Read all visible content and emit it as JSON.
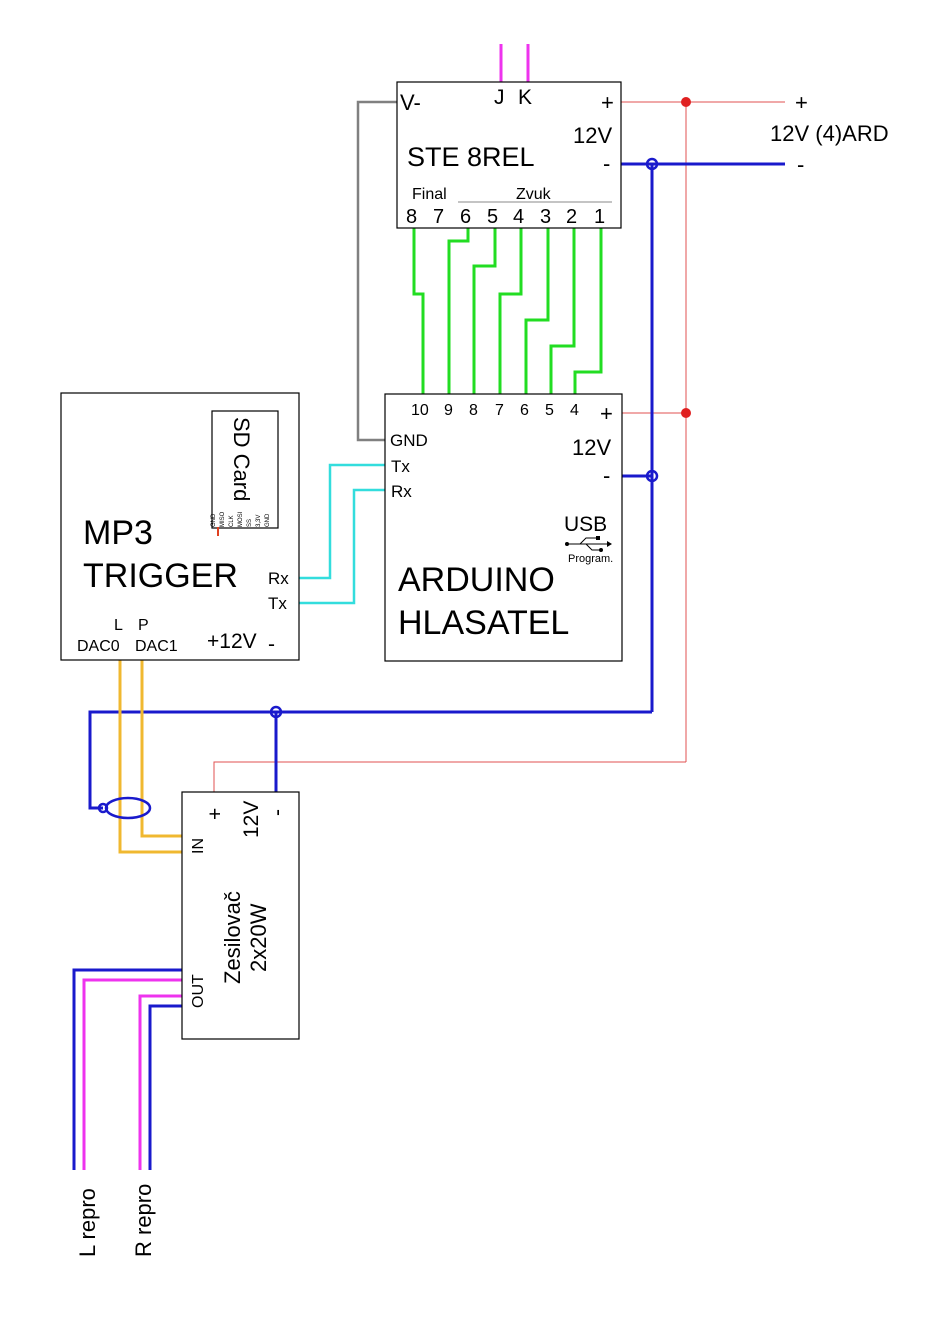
{
  "relay": {
    "v_minus": "V-",
    "j": "J",
    "k": "K",
    "plus": "+",
    "voltage": "12V",
    "minus": "-",
    "name": "STE 8REL",
    "final": "Final",
    "zvuk": "Zvuk",
    "pins": [
      "8",
      "7",
      "6",
      "5",
      "4",
      "3",
      "2",
      "1"
    ]
  },
  "power_in": {
    "plus": "+",
    "label": "12V  (4)ARD",
    "minus": "-"
  },
  "arduino": {
    "pins": [
      "10",
      "9",
      "8",
      "7",
      "6",
      "5",
      "4"
    ],
    "plus": "+",
    "voltage": "12V",
    "minus": "-",
    "gnd": "GND",
    "tx": "Tx",
    "rx": "Rx",
    "usb": "USB",
    "program": "Program.",
    "name_line1": "ARDUINO",
    "name_line2": "HLASATEL"
  },
  "mp3": {
    "sd_card": "SD Card",
    "sd_pins": [
      "GND",
      "MISO",
      "CLK",
      "MOSI",
      "SS",
      "3,3V",
      "GND"
    ],
    "name_line1": "MP3",
    "name_line2": "TRIGGER",
    "rx": "Rx",
    "tx": "Tx",
    "l": "L",
    "p": "P",
    "dac0": "DAC0",
    "dac1": "DAC1",
    "power": "+12V",
    "minus": "-"
  },
  "amp": {
    "plus": "+",
    "voltage": "12V",
    "minus": "-",
    "in": "IN",
    "out": "OUT",
    "name_line1": "Zesilovač",
    "name_line2": "2x20W"
  },
  "speakers": {
    "left": "L repro",
    "right": "R repro"
  }
}
